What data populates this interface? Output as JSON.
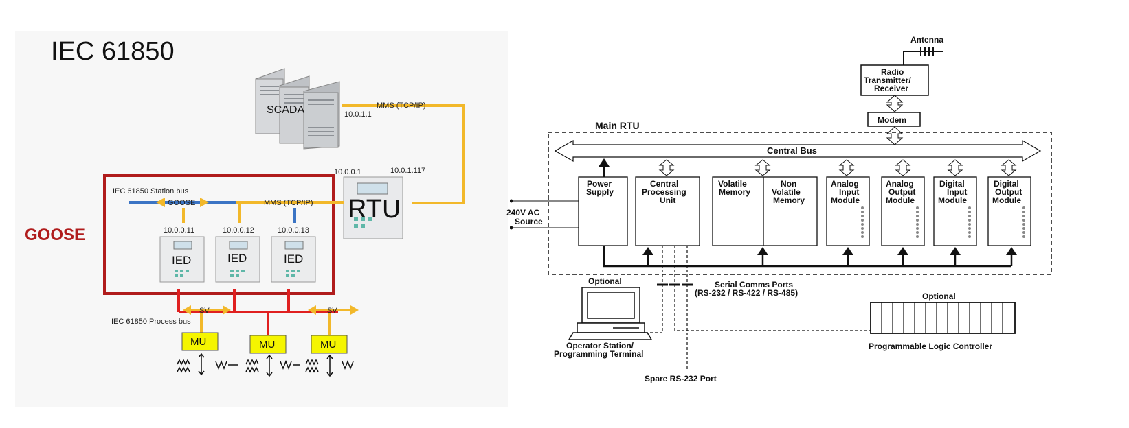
{
  "left": {
    "title": "IEC 61850",
    "goose_label": "GOOSE",
    "scada_label": "SCADA",
    "rtu_label": "RTU",
    "mms_top": "MMS (TCP/IP)",
    "mms_station": "MMS (TCP/IP)",
    "ip_scada": "10.0.1.1",
    "ip_rtu_a": "10.0.0.1",
    "ip_rtu_b": "10.0.1.117",
    "station_bus": "IEC 61850 Station bus",
    "goose_arrow_label": "GOOSE",
    "ieds": [
      {
        "ip": "10.0.0.11",
        "label": "IED"
      },
      {
        "ip": "10.0.0.12",
        "label": "IED"
      },
      {
        "ip": "10.0.0.13",
        "label": "IED"
      }
    ],
    "process_bus": "IEC 61850 Process bus",
    "sv_labels": [
      "SV",
      "SV"
    ],
    "mu_labels": [
      "MU",
      "MU",
      "MU"
    ],
    "colors": {
      "goose_red": "#b01c1c",
      "bus_blue": "#3b74c4",
      "bus_yellow": "#f2b82a",
      "bus_red": "#e02020",
      "mu_yellow": "#f5f500"
    }
  },
  "right": {
    "main_rtu": "Main RTU",
    "central_bus": "Central Bus",
    "antenna": "Antenna",
    "radio": [
      "Radio",
      "Transmitter/",
      "Receiver"
    ],
    "modem": "Modem",
    "ac_source": [
      "240V AC",
      "Source"
    ],
    "modules": [
      [
        "Power",
        "Supply"
      ],
      [
        "Central",
        "Processing",
        "Unit"
      ],
      [
        "Volatile",
        "Memory"
      ],
      [
        "Non",
        "Volatile",
        "Memory"
      ],
      [
        "Analog",
        "Input",
        "Module"
      ],
      [
        "Analog",
        "Output",
        "Module"
      ],
      [
        "Digital",
        "Input",
        "Module"
      ],
      [
        "Digital",
        "Output",
        "Module"
      ]
    ],
    "optional_station": "Optional",
    "operator_station": [
      "Operator Station/",
      "Programming Terminal"
    ],
    "serial_ports": [
      "Serial Comms Ports",
      "(RS-232 / RS-422 / RS-485)"
    ],
    "optional_plc": "Optional",
    "plc": "Programmable Logic Controller",
    "spare_port": "Spare RS-232 Port"
  }
}
